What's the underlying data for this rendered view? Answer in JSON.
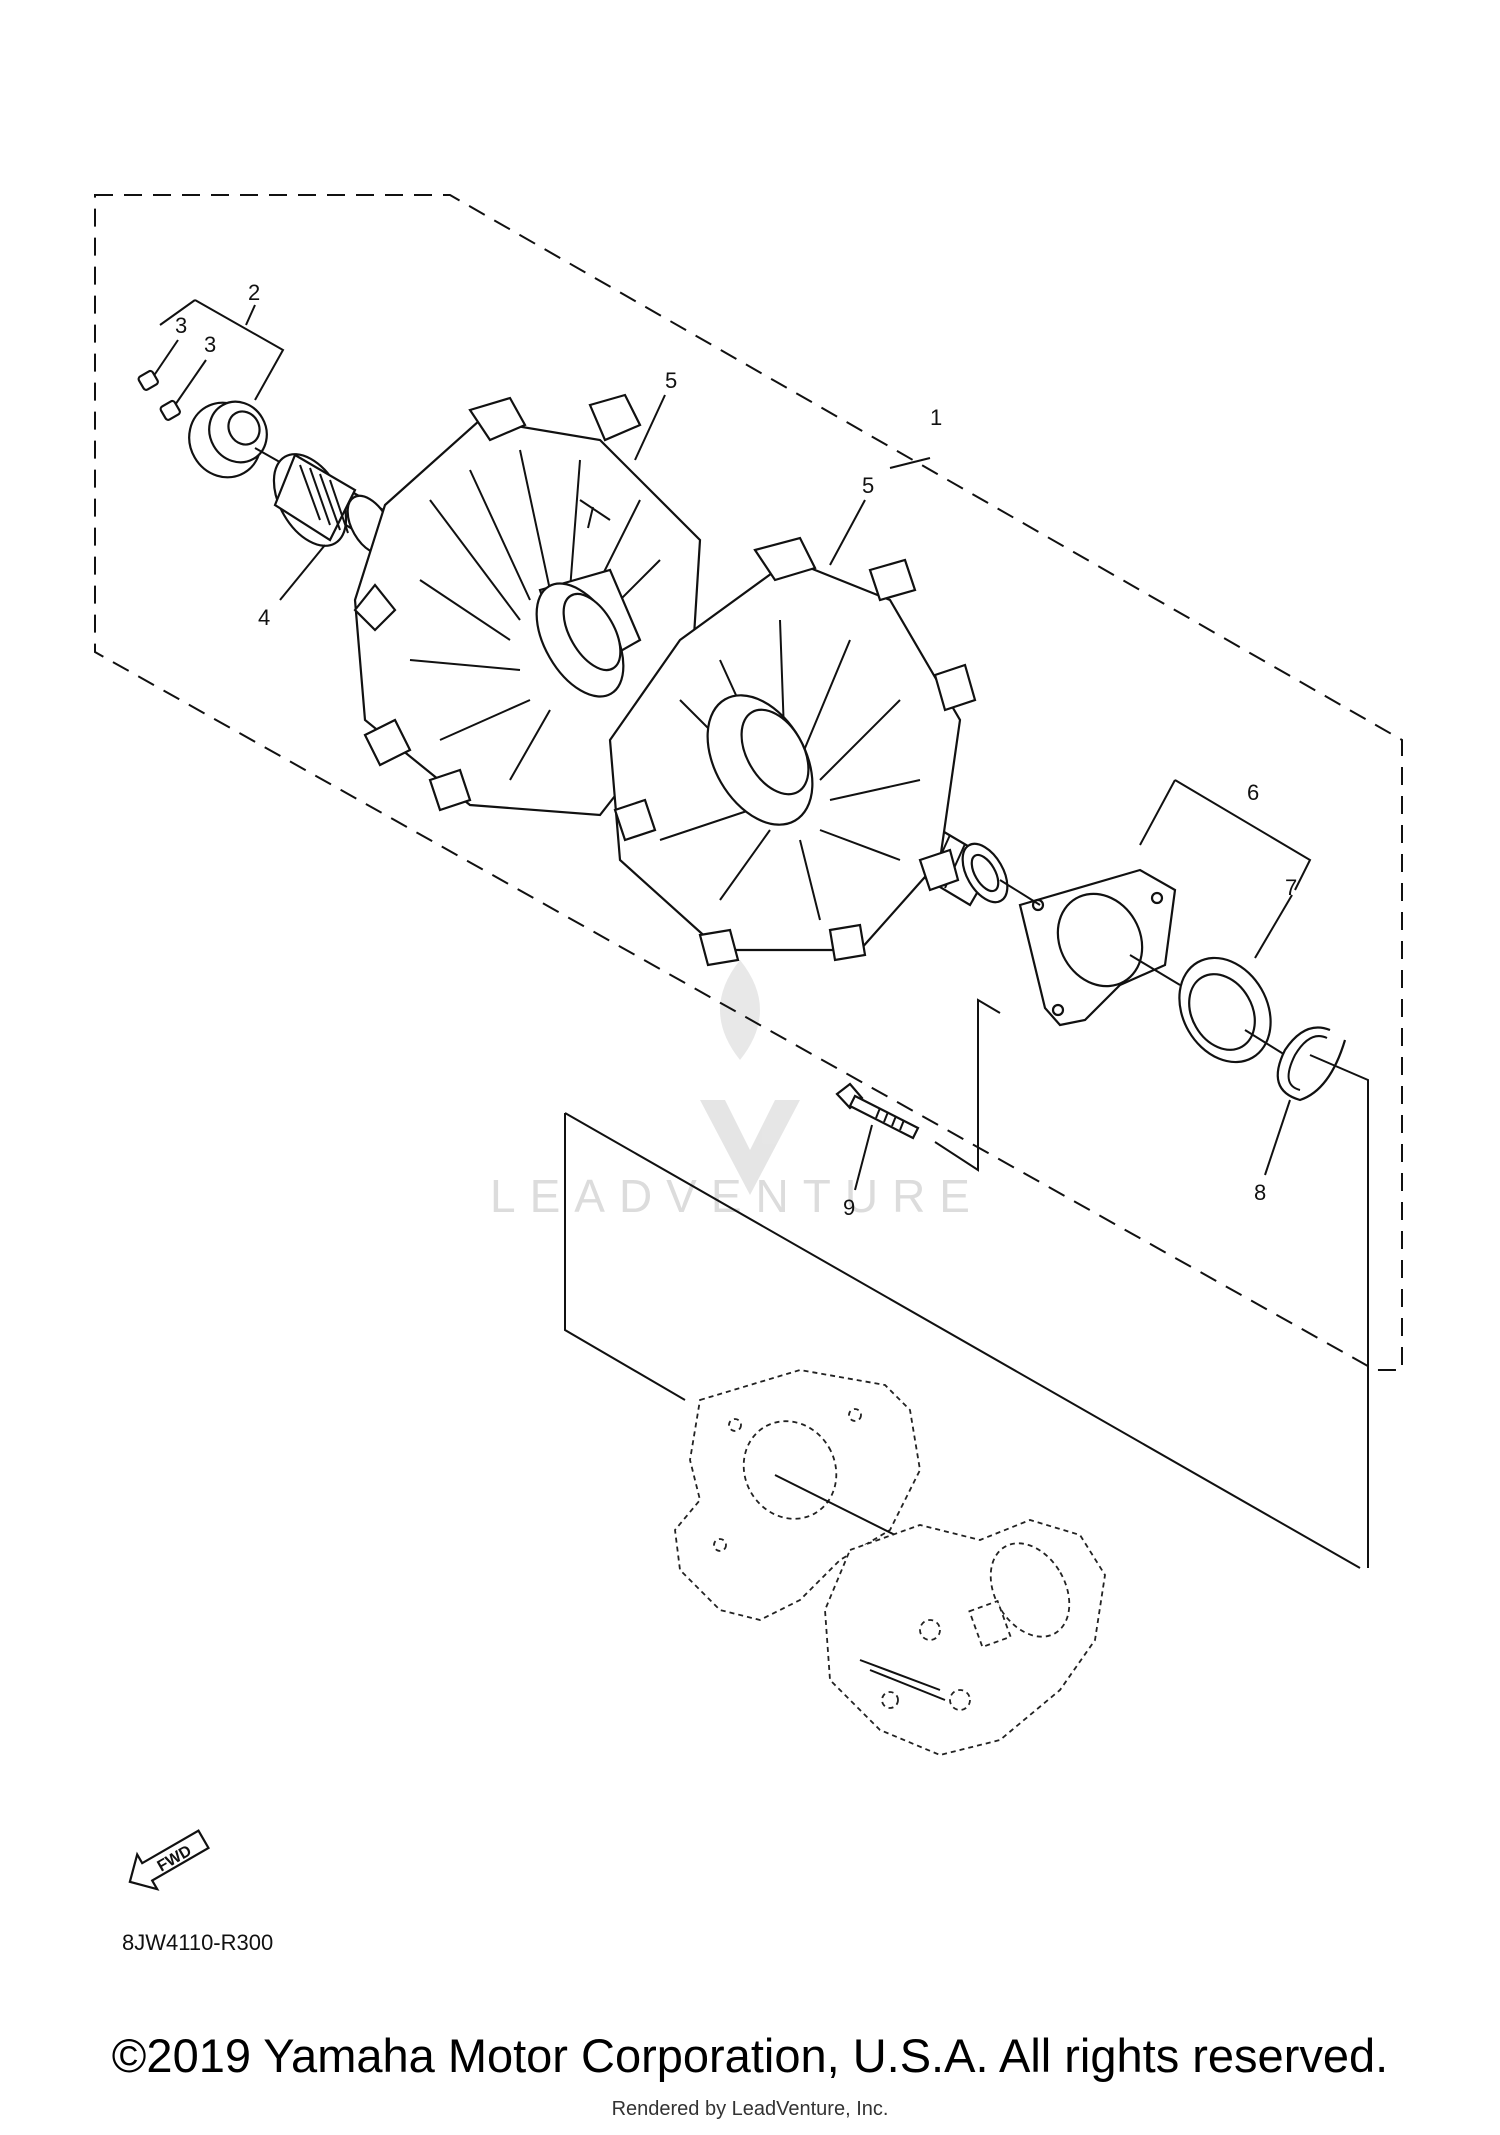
{
  "diagram": {
    "callouts": {
      "c1": "1",
      "c2": "2",
      "c3a": "3",
      "c3b": "3",
      "c4": "4",
      "c5a": "5",
      "c5b": "5",
      "c6": "6",
      "c7": "7",
      "c8": "8",
      "c9": "9"
    },
    "fwd_label": "FWD",
    "diagram_code": "8JW4110-R300",
    "watermark": "LEADVENTURE"
  },
  "footer": {
    "copyright": "©2019 Yamaha Motor Corporation, U.S.A. All rights reserved.",
    "rendered_by": "Rendered by LeadVenture, Inc."
  }
}
